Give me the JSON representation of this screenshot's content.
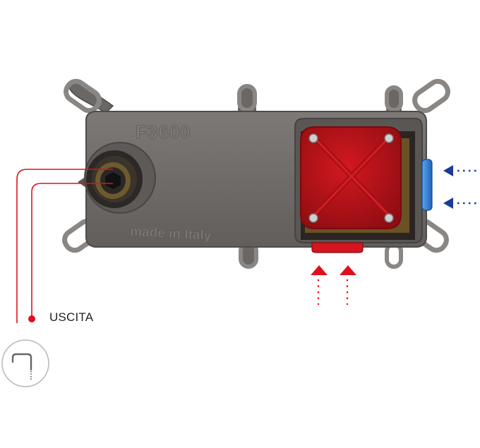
{
  "diagram": {
    "model_text": "F3600",
    "made_in_text": "made in Italy",
    "outlet_label": "USCITA"
  },
  "icons": {
    "outlet": "spout-icon",
    "hot_inlet": "arrow-up-icon",
    "cold_inlet": "arrow-left-icon"
  },
  "colors": {
    "plate": "#6f6b68",
    "cartridge": "#c0141c",
    "hot": "#e0101a",
    "cold": "#1d3a9a",
    "connector": "#2f7fd8"
  }
}
